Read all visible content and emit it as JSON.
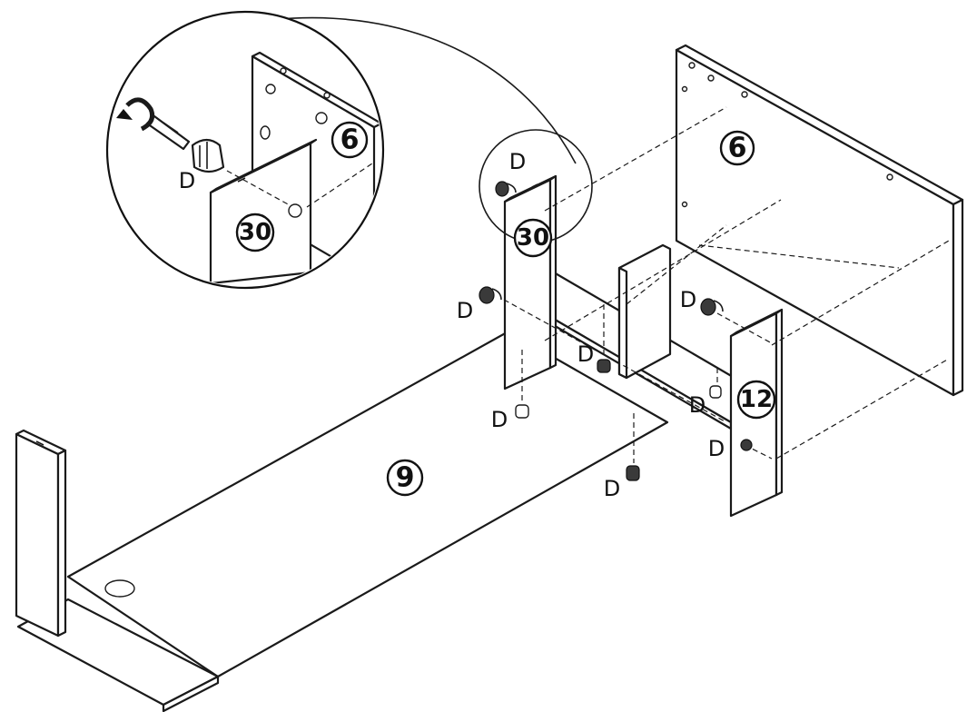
{
  "parts": {
    "back_panel": "6",
    "back_panel_detail": "6",
    "side_panel": "30",
    "side_panel_detail": "30",
    "bottom_panel": "9",
    "divider_panel": "12"
  },
  "hardware": {
    "cam_lock_label": "D"
  },
  "colors": {
    "line": "#1a1a1a",
    "background": "#ffffff",
    "hardware_fill": "#3a3a3a"
  },
  "icons": {
    "screwdriver": "screwdriver-icon",
    "rotation_arrow": "rotation-arrow-icon",
    "cam_lock": "cam-lock-icon"
  }
}
